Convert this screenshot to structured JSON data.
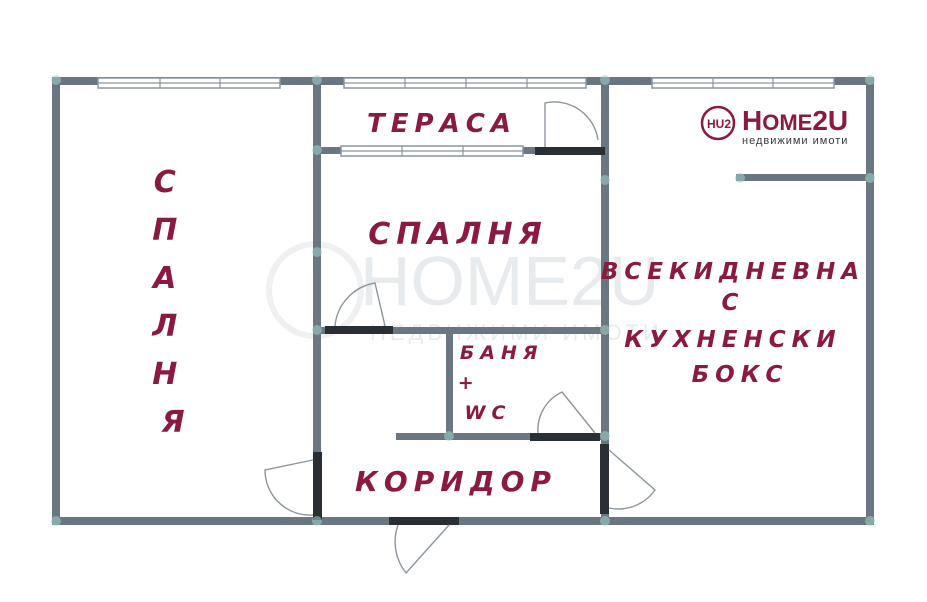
{
  "plan": {
    "rooms": {
      "bedroom_left": [
        "С",
        "П",
        "А",
        "Л",
        "Н",
        "Я"
      ],
      "terrace": "ТЕРАСА",
      "bedroom_center": "СПАЛНЯ",
      "living_lines": [
        "ВСЕКИДНЕВНА",
        "С",
        "КУХНЕНСКИ",
        "БОКС"
      ],
      "bathroom_lines": [
        "БАНЯ",
        "+",
        "WC"
      ],
      "corridor": "КОРИДОР"
    }
  },
  "logo": {
    "mark": "HU2",
    "name_prefix": "H",
    "name_small": "OME",
    "name_suffix": "2U",
    "subtitle": "недвижими имоти"
  },
  "watermark": {
    "name": "HOME2U",
    "subtitle": "НЕДВИЖИМИ ИМОТИ"
  },
  "colors": {
    "label": "#8b1a43",
    "wall": "#6b7683",
    "door": "#2a2f35"
  }
}
